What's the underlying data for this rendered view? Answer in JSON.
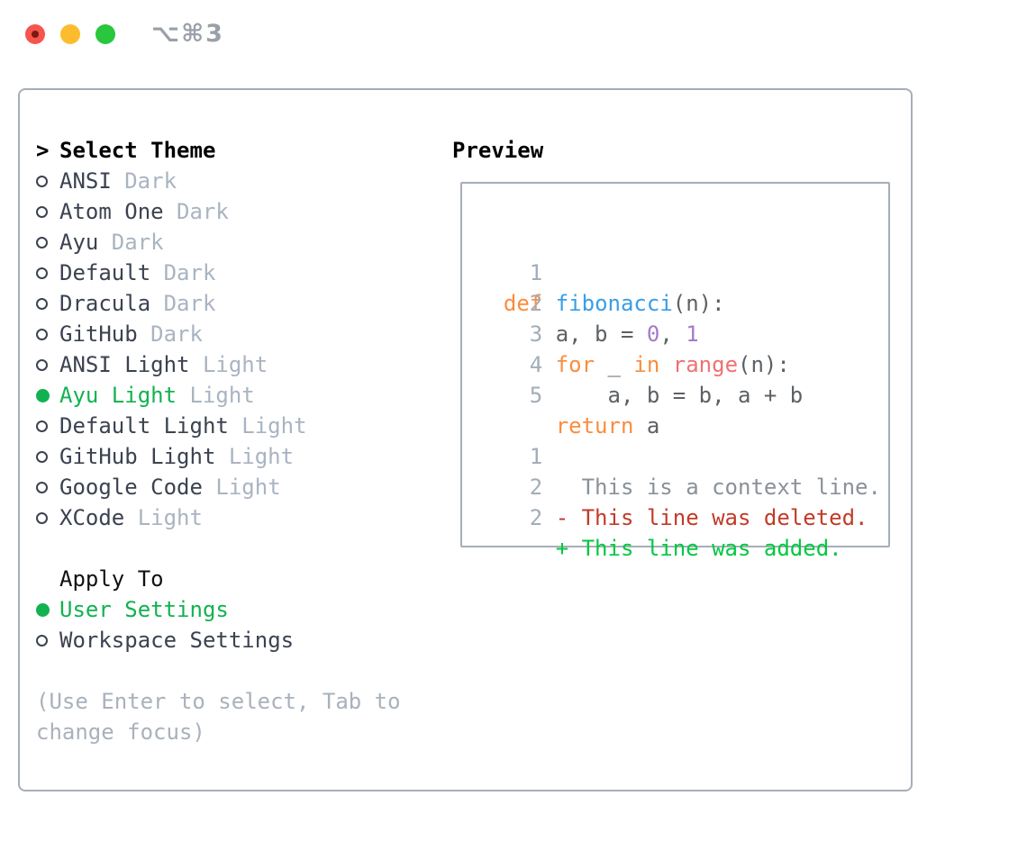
{
  "titlebar": {
    "title": "⌥⌘3",
    "traffic_lights": [
      {
        "name": "close-button",
        "color": "#f5554d",
        "dot": true
      },
      {
        "name": "minimize-button",
        "color": "#fdbc2e",
        "dot": false
      },
      {
        "name": "zoom-button",
        "color": "#28c73e",
        "dot": false
      }
    ]
  },
  "theme_selector": {
    "prompt": ">",
    "header": "Select Theme",
    "themes": [
      {
        "name": "ANSI",
        "variant": "Dark",
        "selected": false
      },
      {
        "name": "Atom One",
        "variant": "Dark",
        "selected": false
      },
      {
        "name": "Ayu",
        "variant": "Dark",
        "selected": false
      },
      {
        "name": "Default",
        "variant": "Dark",
        "selected": false
      },
      {
        "name": "Dracula",
        "variant": "Dark",
        "selected": false
      },
      {
        "name": "GitHub",
        "variant": "Dark",
        "selected": false
      },
      {
        "name": "ANSI Light",
        "variant": "Light",
        "selected": false
      },
      {
        "name": "Ayu Light",
        "variant": "Light",
        "selected": true
      },
      {
        "name": "Default Light",
        "variant": "Light",
        "selected": false
      },
      {
        "name": "GitHub Light",
        "variant": "Light",
        "selected": false
      },
      {
        "name": "Google Code",
        "variant": "Light",
        "selected": false
      },
      {
        "name": "XCode",
        "variant": "Light",
        "selected": false
      }
    ],
    "apply_to": {
      "header": "Apply To",
      "options": [
        {
          "name": "User Settings",
          "selected": true
        },
        {
          "name": "Workspace Settings",
          "selected": false
        }
      ]
    },
    "help": [
      "(Use Enter to select, Tab to",
      "change focus)"
    ]
  },
  "preview": {
    "header": "Preview",
    "code_lines": [
      {
        "num": "1",
        "tokens": [
          {
            "t": "def",
            "c": "kw"
          },
          {
            "t": " ",
            "c": "pl"
          },
          {
            "t": "fibonacci",
            "c": "fn"
          },
          {
            "t": "(n):",
            "c": "pl"
          }
        ]
      },
      {
        "num": "2",
        "tokens": [
          {
            "t": "    a, b = ",
            "c": "pl"
          },
          {
            "t": "0",
            "c": "nm"
          },
          {
            "t": ", ",
            "c": "pl"
          },
          {
            "t": "1",
            "c": "nm"
          }
        ]
      },
      {
        "num": "3",
        "tokens": [
          {
            "t": "    ",
            "c": "pl"
          },
          {
            "t": "for",
            "c": "kw"
          },
          {
            "t": " _ ",
            "c": "pl"
          },
          {
            "t": "in",
            "c": "kw"
          },
          {
            "t": " ",
            "c": "pl"
          },
          {
            "t": "range",
            "c": "bi"
          },
          {
            "t": "(n):",
            "c": "pl"
          }
        ]
      },
      {
        "num": "4",
        "tokens": [
          {
            "t": "        a, b = b, a + b",
            "c": "pl"
          }
        ]
      },
      {
        "num": "5",
        "tokens": [
          {
            "t": "    ",
            "c": "pl"
          },
          {
            "t": "return",
            "c": "kw"
          },
          {
            "t": " a",
            "c": "pl"
          }
        ]
      },
      {
        "num": "",
        "tokens": []
      },
      {
        "num": "1",
        "tokens": [
          {
            "t": "      This is a context line.",
            "c": "ctx"
          }
        ]
      },
      {
        "num": "2",
        "tokens": [
          {
            "t": "    - This line was deleted.",
            "c": "del"
          }
        ]
      },
      {
        "num": "2",
        "tokens": [
          {
            "t": "    + This line was added.",
            "c": "add"
          }
        ]
      }
    ]
  },
  "colors": {
    "accent_green": "#12b250",
    "added_green": "#00c840",
    "deleted_red": "#c23b28",
    "keyword_orange": "#fa8d3e",
    "function_blue": "#399ee6",
    "number_purple": "#a37acc",
    "builtin_coral": "#f07171",
    "code_text": "#5c6166",
    "context_gray": "#8a9199",
    "gutter_gray": "#a2adb9",
    "variant_gray": "#a9b4c2",
    "help_gray": "#a9b1bc",
    "border_gray": "#a6aeb8",
    "item_text": "#3b4250"
  }
}
